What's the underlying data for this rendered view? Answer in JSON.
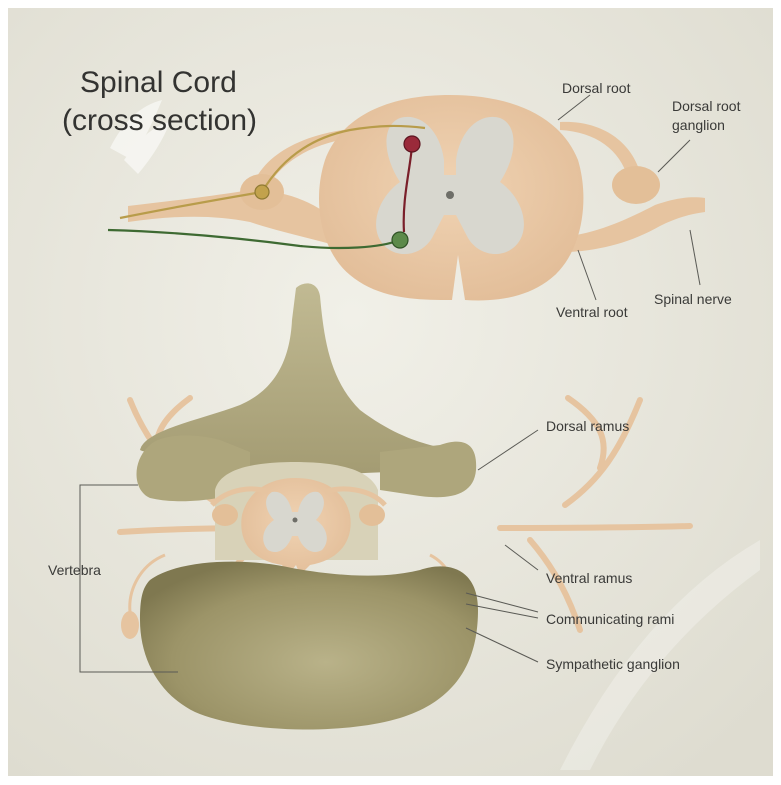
{
  "title": {
    "line1": "Spinal Cord",
    "line2": "(cross section)"
  },
  "labels": {
    "dorsal_root": "Dorsal root",
    "dorsal_root_ganglion_1": "Dorsal root",
    "dorsal_root_ganglion_2": "ganglion",
    "ventral_root": "Ventral root",
    "spinal_nerve": "Spinal nerve",
    "dorsal_ramus": "Dorsal ramus",
    "vertebra": "Vertebra",
    "ventral_ramus": "Ventral ramus",
    "communicating_rami": "Communicating rami",
    "sympathetic_ganglion": "Sympathetic ganglion"
  },
  "colors": {
    "background": "#e6e4d8",
    "nerve_tissue": "#e9c9a6",
    "grey_matter": "#d9d8d0",
    "bone": "#b3ab82",
    "bone_dark": "#8d8560",
    "sensory_fiber": "#b89c4a",
    "motor_fiber": "#3e6a32",
    "interneuron": "#7a1f2a",
    "label_text": "#3a3a38",
    "leader_line": "#5a5a55"
  }
}
